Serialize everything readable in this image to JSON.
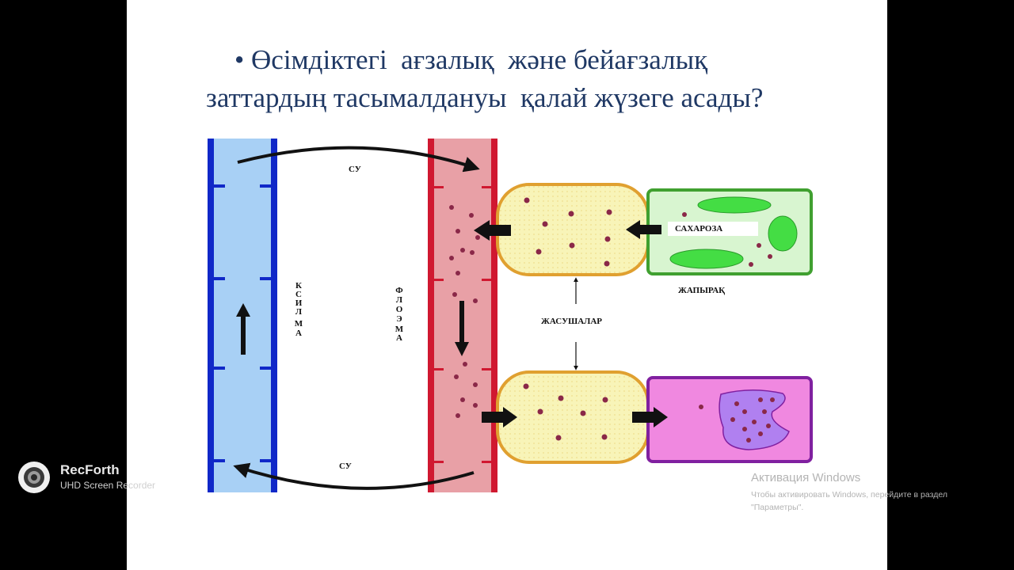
{
  "slide": {
    "title_line1": "• Өсімдіктегі  ағзалық  және бейағзалық",
    "title_line2": "заттардың тасымалдануы  қалай жүзеге асады?"
  },
  "diagram": {
    "labels": {
      "water_top": "СУ",
      "water_bottom": "СУ",
      "xylem": [
        "К",
        "С",
        "И",
        "Л",
        "М",
        "А"
      ],
      "phloem": [
        "Ф",
        "Л",
        "О",
        "Э",
        "М",
        "А"
      ],
      "sucrose": "САХАРОЗА",
      "leaf": "ЖАПЫРАҚ",
      "cells": "ЖАСУШАЛАР"
    },
    "colors": {
      "xylem_fill": "#a8d0f5",
      "xylem_wall": "#1028c8",
      "phloem_fill": "#e8a0a6",
      "phloem_wall": "#d01830",
      "cell_fill": "#f8f4b8",
      "cell_border": "#e0a030",
      "leaf_fill": "#d8f5d0",
      "leaf_border": "#40a030",
      "chloroplast": "#44dd44",
      "sink_fill": "#f088e0",
      "sink_border": "#8020a0",
      "vacuole": "#b080f0",
      "dot": "#8a2848"
    }
  },
  "watermark": {
    "title": "Активация Windows",
    "line1": "Чтобы активировать Windows, перейдите в раздел",
    "line2": "\"Параметры\"."
  },
  "recorder": {
    "name": "RecForth",
    "subtitle": "UHD Screen Recorder",
    "icon": "camera-lens-icon"
  }
}
